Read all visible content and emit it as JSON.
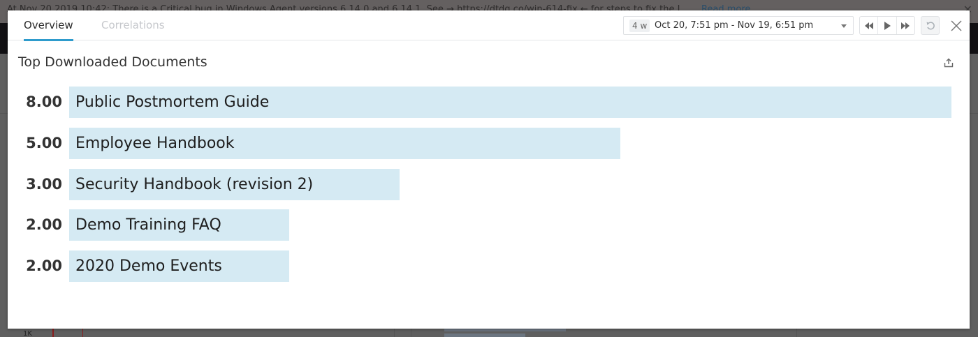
{
  "background": {
    "banner_text": "At Nov 20 2019 10:42: There is a Critical bug in Windows Agent versions 6.14.0 and 6.14.1. See → https://dtdg.co/win-614-fix ← for steps to fix the I...",
    "banner_link": "Read more",
    "y_tick": "1K"
  },
  "modal": {
    "tabs": [
      {
        "label": "Overview",
        "active": true
      },
      {
        "label": "Correlations",
        "active": false
      }
    ],
    "timepicker": {
      "span": "4 w",
      "range": "Oct 20, 7:51 pm - Nov 19, 6:51 pm"
    },
    "controls": {
      "rewind": "rewind-icon",
      "play": "play-icon",
      "forward": "fast-forward-icon",
      "reset": "reset-icon",
      "close": "close-icon"
    },
    "widget": {
      "title": "Top Downloaded Documents",
      "export_icon": "export-icon"
    }
  },
  "colors": {
    "accent": "#2e9bcc",
    "bar": "#d5eaf3",
    "overlay": "#646060"
  },
  "chart_data": {
    "type": "bar",
    "orientation": "horizontal",
    "title": "Top Downloaded Documents",
    "categories": [
      "Public Postmortem Guide",
      "Employee Handbook",
      "Security Handbook (revision 2)",
      "Demo Training FAQ",
      "2020 Demo Events"
    ],
    "values": [
      8.0,
      5.0,
      3.0,
      2.0,
      2.0
    ],
    "value_labels": [
      "8.00",
      "5.00",
      "3.00",
      "2.00",
      "2.00"
    ],
    "xlabel": "",
    "ylabel": "",
    "xlim": [
      0,
      8
    ],
    "grid": false,
    "legend": null
  }
}
